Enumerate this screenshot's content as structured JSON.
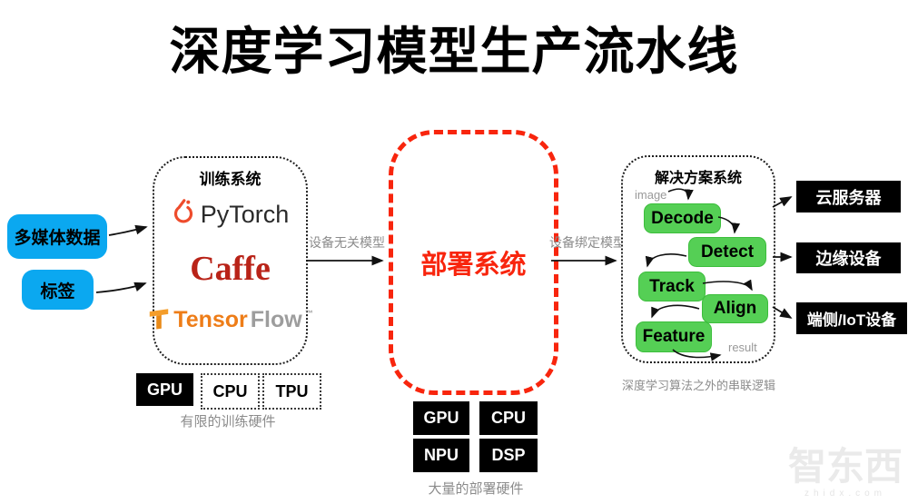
{
  "title": "深度学习模型生产流水线",
  "inputs": [
    {
      "label": "多媒体数据"
    },
    {
      "label": "标签"
    }
  ],
  "training": {
    "title": "训练系统",
    "frameworks": {
      "pytorch": "PyTorch",
      "caffe": "Caffe",
      "tensorflow_part1": "Tensor",
      "tensorflow_part2": "Flow",
      "tensorflow_tm": "™"
    },
    "hardware": [
      "GPU",
      "CPU",
      "TPU"
    ],
    "hardware_caption": "有限的训练硬件"
  },
  "flow_labels": {
    "left": "设备无关模型",
    "right": "设备绑定模型"
  },
  "deployment": {
    "title": "部署系统",
    "hardware": [
      "GPU",
      "CPU",
      "NPU",
      "DSP"
    ],
    "hardware_caption": "大量的部署硬件"
  },
  "solution": {
    "title": "解决方案系统",
    "input_label": "image",
    "output_label": "result",
    "steps": [
      "Decode",
      "Detect",
      "Track",
      "Align",
      "Feature"
    ],
    "caption": "深度学习算法之外的串联逻辑"
  },
  "targets": [
    "云服务器",
    "边缘设备",
    "端侧/IoT设备"
  ],
  "watermark": {
    "text": "智东西",
    "sub": "zhidx.com"
  },
  "colors": {
    "input_blue": "#0BA8F0",
    "deploy_red": "#F8250D",
    "step_green": "#55CF55",
    "hardware_black": "#000000",
    "caption_gray": "#8C8C8C",
    "pytorch_orange": "#EE4C2C",
    "caffe_red": "#B92318",
    "tensorflow_orange": "#EE7D18"
  }
}
